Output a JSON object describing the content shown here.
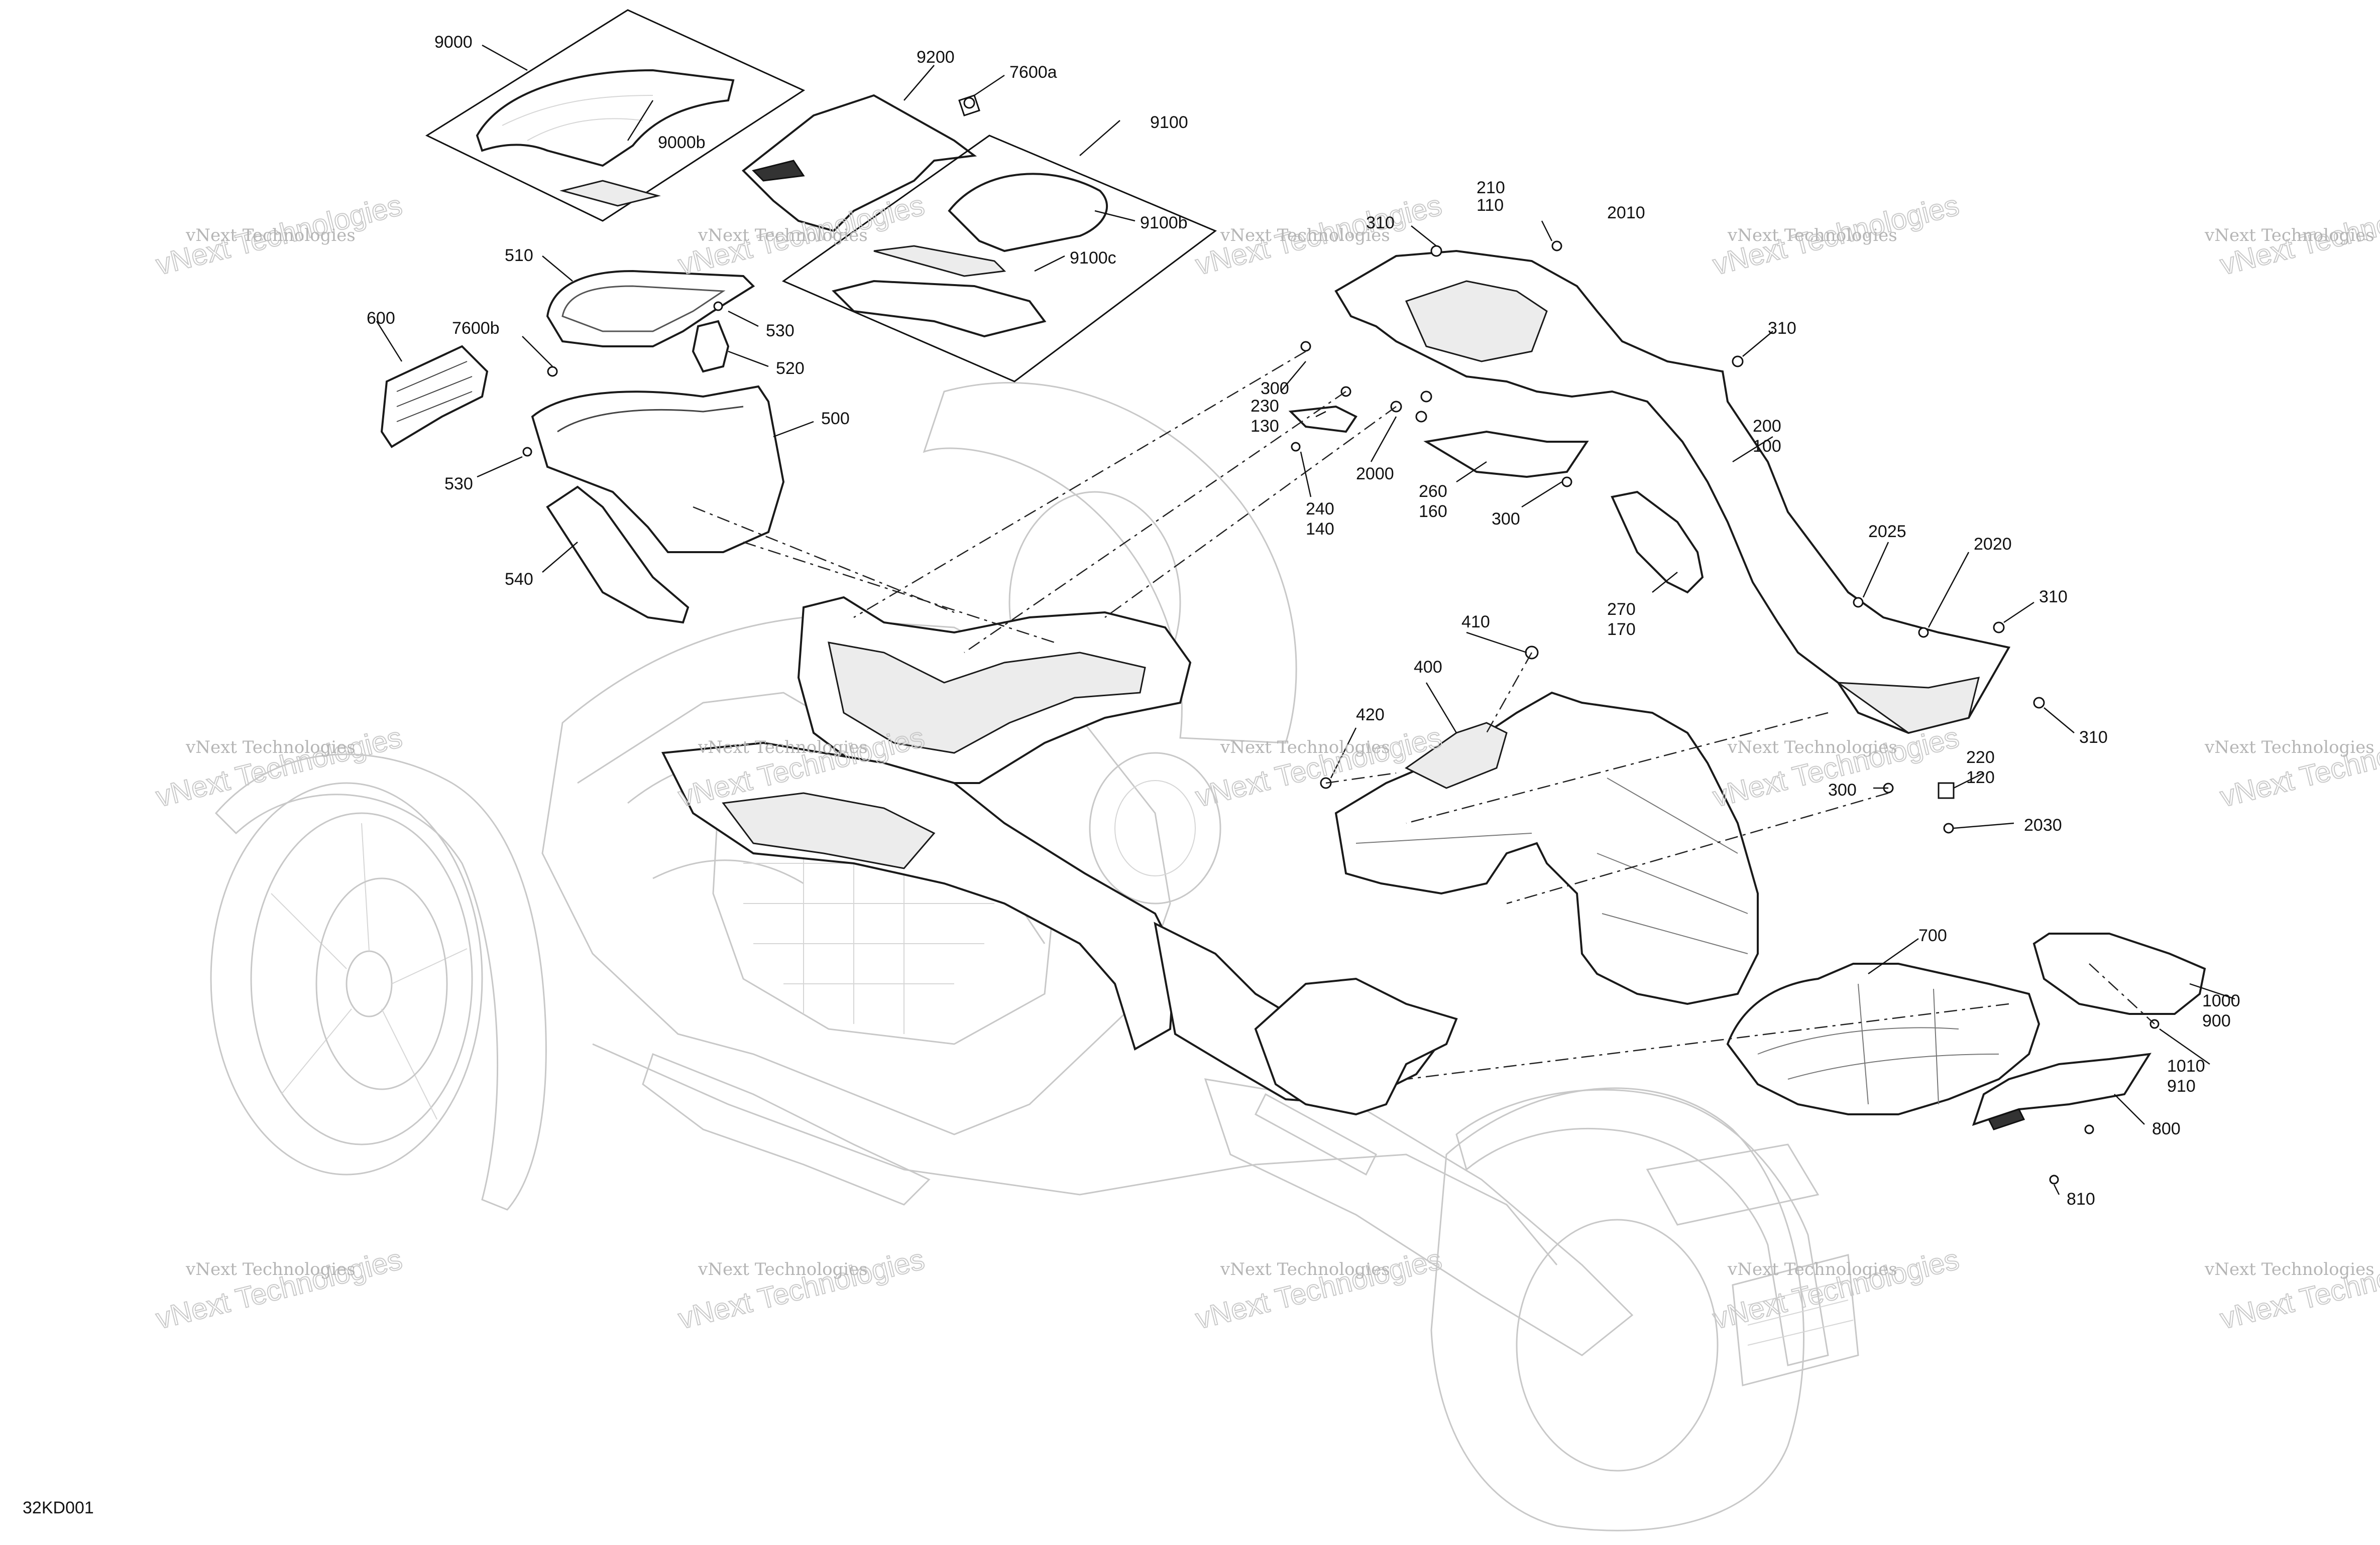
{
  "drawing_code": "32KD001",
  "watermark": {
    "line1": "vNext Technologies",
    "line2": "vNext Technologies"
  },
  "callouts": [
    {
      "id": "c9000",
      "text": "9000"
    },
    {
      "id": "c9000b",
      "text": "9000b"
    },
    {
      "id": "c9200",
      "text": "9200"
    },
    {
      "id": "c7600a",
      "text": "7600a"
    },
    {
      "id": "c9100",
      "text": "9100"
    },
    {
      "id": "c9100b",
      "text": "9100b"
    },
    {
      "id": "c9100c",
      "text": "9100c"
    },
    {
      "id": "c510",
      "text": "510"
    },
    {
      "id": "c530a",
      "text": "530"
    },
    {
      "id": "c520",
      "text": "520"
    },
    {
      "id": "c600",
      "text": "600"
    },
    {
      "id": "c7600b",
      "text": "7600b"
    },
    {
      "id": "c500",
      "text": "500"
    },
    {
      "id": "c530b",
      "text": "530"
    },
    {
      "id": "c540",
      "text": "540"
    },
    {
      "id": "c310a",
      "text": "310"
    },
    {
      "id": "c210",
      "text": "210"
    },
    {
      "id": "c110",
      "text": "110"
    },
    {
      "id": "c2010",
      "text": "2010"
    },
    {
      "id": "c310b",
      "text": "310"
    },
    {
      "id": "c300a",
      "text": "300"
    },
    {
      "id": "c230",
      "text": "230"
    },
    {
      "id": "c130",
      "text": "130"
    },
    {
      "id": "c2000",
      "text": "2000"
    },
    {
      "id": "c260",
      "text": "260"
    },
    {
      "id": "c160",
      "text": "160"
    },
    {
      "id": "c300b",
      "text": "300"
    },
    {
      "id": "c240",
      "text": "240"
    },
    {
      "id": "c140",
      "text": "140"
    },
    {
      "id": "c200",
      "text": "200"
    },
    {
      "id": "c100",
      "text": "100"
    },
    {
      "id": "c270",
      "text": "270"
    },
    {
      "id": "c170",
      "text": "170"
    },
    {
      "id": "c2025",
      "text": "2025"
    },
    {
      "id": "c2020",
      "text": "2020"
    },
    {
      "id": "c310c",
      "text": "310"
    },
    {
      "id": "c410",
      "text": "410"
    },
    {
      "id": "c400",
      "text": "400"
    },
    {
      "id": "c420",
      "text": "420"
    },
    {
      "id": "c310d",
      "text": "310"
    },
    {
      "id": "c220",
      "text": "220"
    },
    {
      "id": "c120",
      "text": "120"
    },
    {
      "id": "c300c",
      "text": "300"
    },
    {
      "id": "c2030",
      "text": "2030"
    },
    {
      "id": "c700",
      "text": "700"
    },
    {
      "id": "c1000",
      "text": "1000"
    },
    {
      "id": "c900",
      "text": "900"
    },
    {
      "id": "c1010",
      "text": "1010"
    },
    {
      "id": "c910",
      "text": "910"
    },
    {
      "id": "c800",
      "text": "800"
    },
    {
      "id": "c810",
      "text": "810"
    }
  ]
}
